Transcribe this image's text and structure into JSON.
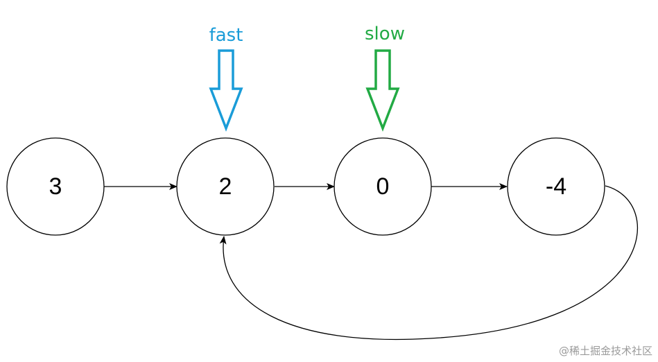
{
  "nodes": [
    {
      "label": "3"
    },
    {
      "label": "2"
    },
    {
      "label": "0"
    },
    {
      "label": "-4"
    }
  ],
  "pointers": {
    "fast": {
      "label": "fast",
      "color": "#1a9cd8"
    },
    "slow": {
      "label": "slow",
      "color": "#22aa44"
    }
  },
  "watermark": "@稀土掘金技术社区"
}
